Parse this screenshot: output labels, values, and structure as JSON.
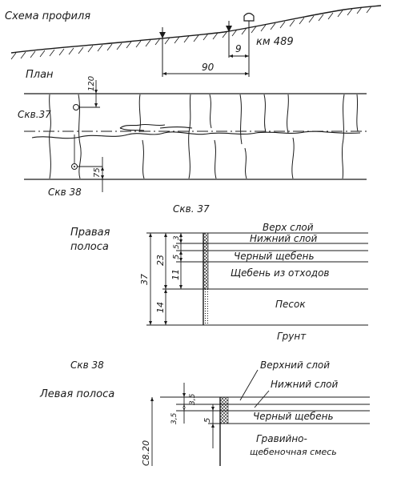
{
  "profile": {
    "title": "Схема профиля",
    "km_label": "км 489",
    "dim_short": "9",
    "dim_long": "90"
  },
  "plan": {
    "title": "План",
    "well_top": "Скв.37",
    "well_bottom": "Скв 38",
    "dim_top": "120",
    "dim_bottom": "75"
  },
  "section37": {
    "well_label": "Скв. 37",
    "side_label_line1": "Правая",
    "side_label_line2": "полоса",
    "layers": [
      "Верх слой",
      "Нижний слой",
      "Черный щебень",
      "Щебень из отходов",
      "Песок",
      "Грунт"
    ],
    "dims": {
      "total": "37",
      "upper": "23",
      "lower": "14",
      "d1": "3",
      "d2": "5",
      "d3": "5",
      "d4": "11"
    }
  },
  "section38": {
    "well_label": "Скв 38",
    "side_label": "Левая полоса",
    "layers": [
      "Верхний слой",
      "Нижний слой",
      "Черный щебень",
      "Гравийно-",
      "щебеночная смесь"
    ],
    "dims": {
      "top1": "3,5",
      "top2": "3,5",
      "mid": "5",
      "total": "С8.20"
    }
  },
  "colors": {
    "ink": "#1a1a1a",
    "paper": "#ffffff"
  }
}
